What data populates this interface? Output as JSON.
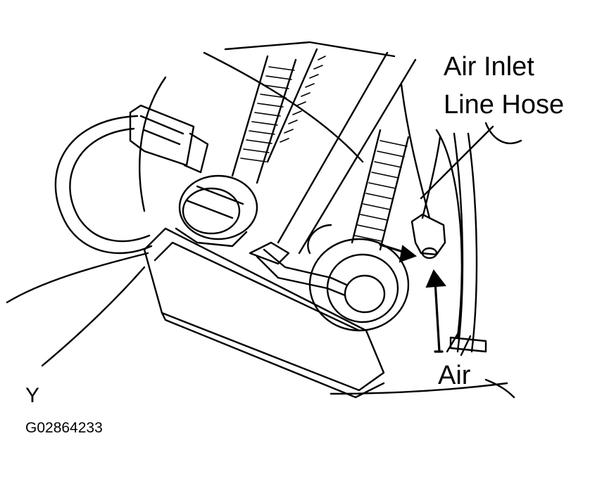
{
  "diagram": {
    "callout_hose_line1": "Air Inlet",
    "callout_hose_line2": "Line Hose",
    "callout_air": "Air",
    "view_marker": "Y",
    "figure_code": "G02864233"
  }
}
